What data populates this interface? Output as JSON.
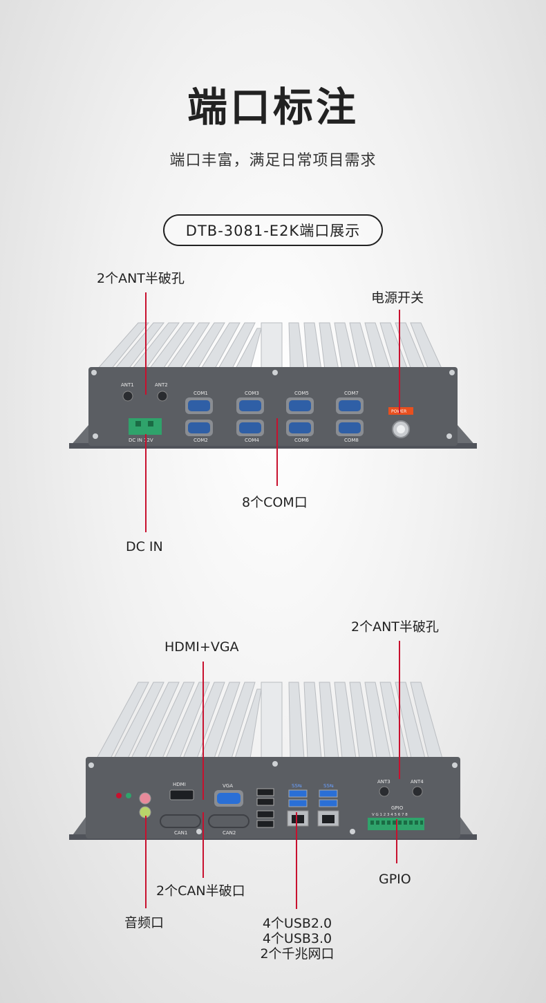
{
  "header": {
    "title": "端口标注",
    "subtitle": "端口丰富，满足日常项目需求",
    "model_pill": "DTB-3081-E2K端口展示"
  },
  "front": {
    "callouts": {
      "ant": "2个ANT半破孔",
      "power": "电源开关",
      "com": "8个COM口",
      "dcin": "DC IN"
    },
    "panel_labels": {
      "ant1": "ANT1",
      "ant2": "ANT2",
      "dc": "DC IN 12V",
      "power": "POWER",
      "com": [
        "COM1",
        "COM2",
        "COM3",
        "COM4",
        "COM5",
        "COM6",
        "COM7",
        "COM8"
      ]
    }
  },
  "rear": {
    "callouts": {
      "ant": "2个ANT半破孔",
      "hdmi_vga": "HDMI+VGA",
      "can": "2个CAN半破口",
      "gpio": "GPIO",
      "audio": "音频口",
      "usb_lan_lines": [
        "4个USB2.0",
        "4个USB3.0",
        "2个千兆网口"
      ]
    },
    "panel_labels": {
      "hdmi": "HDMI",
      "vga": "VGA",
      "can1": "CAN1",
      "can2": "CAN2",
      "ant3": "ANT3",
      "ant4": "ANT4",
      "gpio": "GPIO",
      "gpio_pins": "V G 1 2 3 4 5 6 7 8",
      "ss1": "SS⇆",
      "ss2": "SS⇆"
    }
  },
  "colors": {
    "callout_line": "#c8102e",
    "chassis": "#5b5e63",
    "heatsink": "#dcdfe2",
    "com_port": "#2f5fa6",
    "terminal": "#2fa36b",
    "usb3": "#2a6fd6",
    "power_badge": "#e8501f"
  }
}
